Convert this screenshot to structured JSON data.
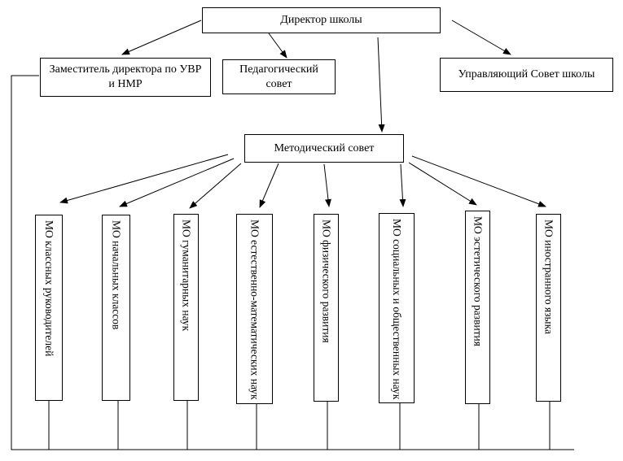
{
  "top": {
    "director": "Директор школы"
  },
  "level2": {
    "deputy": "Заместитель директора по УВР и НМР",
    "ped_council": "Педагогический совет",
    "governing_council": "Управляющий Совет школы"
  },
  "methodical_council": "Методический совет",
  "mo_units": [
    "МО классных руководителей",
    "МО начальных классов",
    "МО гуманитарных наук",
    "МО естественно-математических наук",
    "МО физического развития",
    "МО социальных и общественных наук",
    "МО эстетического развития",
    "МО иностранного языка"
  ],
  "colors": {
    "line": "#000000",
    "box_border": "#000000",
    "background": "#ffffff"
  }
}
